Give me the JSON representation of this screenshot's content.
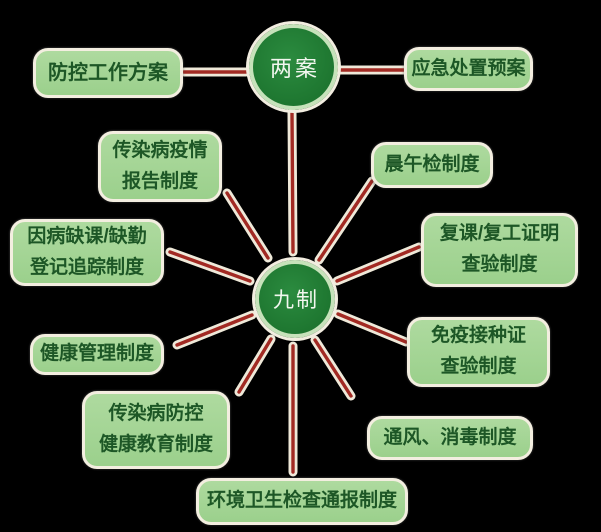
{
  "diagram": {
    "title_implicit": "两案九制 prevention and control systems diagram",
    "colors": {
      "background": "#000000",
      "node_fill": "#a5d697",
      "node_border": "#f3eee0",
      "node_text": "#1d5726",
      "hub_fill": "#1e7a31",
      "hub_ring": "#c6e2ba",
      "hub_halo": "#f2ede0",
      "hub_text": "#f2f7ef",
      "connector": "#a22a23",
      "connector_halo": "#efe9d9"
    },
    "hubs": {
      "two": {
        "label": "两案"
      },
      "nine": {
        "label": "九制"
      }
    },
    "nodes": {
      "fangkong": {
        "line1": "防控工作方案"
      },
      "yingji": {
        "line1": "应急处置预案"
      },
      "yiqing": {
        "line1": "传染病疫情",
        "line2": "报告制度"
      },
      "chenwu": {
        "line1": "晨午检制度"
      },
      "queke": {
        "line1": "因病缺课/缺勤",
        "line2": "登记追踪制度"
      },
      "fuke": {
        "line1": "复课/复工证明",
        "line2": "查验制度"
      },
      "jiankang": {
        "line1": "健康管理制度"
      },
      "mianyi": {
        "line1": "免疫接种证",
        "line2": "查验制度"
      },
      "jiaoyu": {
        "line1": "传染病防控",
        "line2": "健康教育制度"
      },
      "tongfeng": {
        "line1": "通风、消毒制度"
      },
      "huanjing": {
        "line1": "环境卫生检查通报制度"
      }
    },
    "edges": [
      {
        "from": "两案",
        "to": "防控工作方案"
      },
      {
        "from": "两案",
        "to": "应急处置预案"
      },
      {
        "from": "两案",
        "to": "九制"
      },
      {
        "from": "九制",
        "to": "传染病疫情报告制度"
      },
      {
        "from": "九制",
        "to": "晨午检制度"
      },
      {
        "from": "九制",
        "to": "因病缺课/缺勤登记追踪制度"
      },
      {
        "from": "九制",
        "to": "复课/复工证明查验制度"
      },
      {
        "from": "九制",
        "to": "健康管理制度"
      },
      {
        "from": "九制",
        "to": "免疫接种证查验制度"
      },
      {
        "from": "九制",
        "to": "传染病防控健康教育制度"
      },
      {
        "from": "九制",
        "to": "通风、消毒制度"
      },
      {
        "from": "九制",
        "to": "环境卫生检查通报制度"
      }
    ]
  }
}
